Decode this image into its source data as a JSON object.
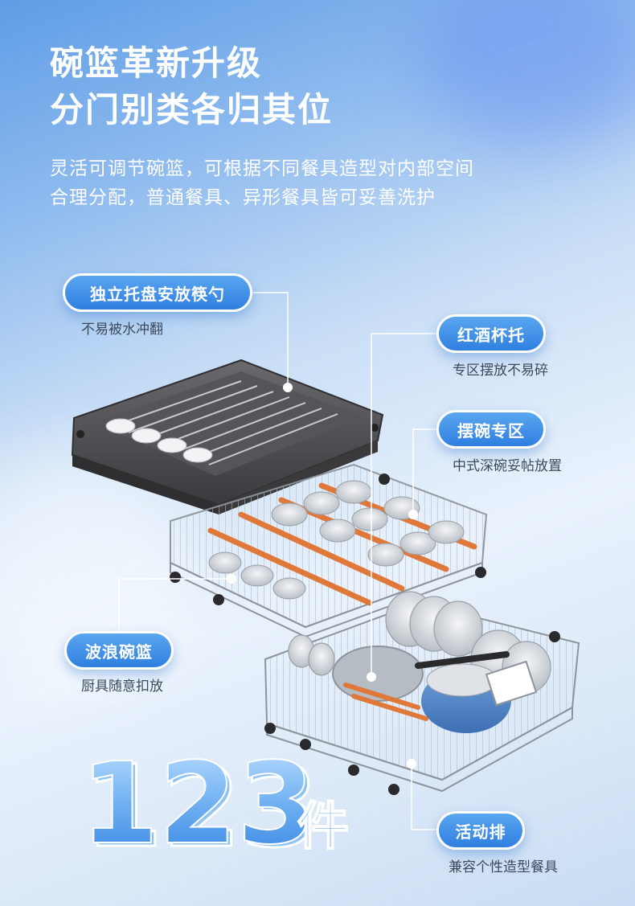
{
  "header": {
    "title_line1": "碗篮革新升级",
    "title_line2": "分门别类各归其位",
    "desc_line1": "灵活可调节碗篮，可根据不同餐具造型对内部空间",
    "desc_line2": "合理分配，普通餐具、异形餐具皆可妥善洗护"
  },
  "callouts": [
    {
      "label": "独立托盘安放筷勺",
      "note": "不易被水冲翻"
    },
    {
      "label": "红酒杯托",
      "note": "专区摆放不易碎"
    },
    {
      "label": "摆碗专区",
      "note": "中式深碗妥帖放置"
    },
    {
      "label": "波浪碗篮",
      "note": "厨具随意扣放"
    },
    {
      "label": "活动排",
      "note": "兼容个性造型餐具"
    }
  ],
  "badge": {
    "number": "123",
    "unit": "件"
  },
  "colors": {
    "accent": "#2f7fe0",
    "orange": "#e0783a",
    "tray": "#4a4a4c",
    "rack": "#9aa0a8"
  }
}
